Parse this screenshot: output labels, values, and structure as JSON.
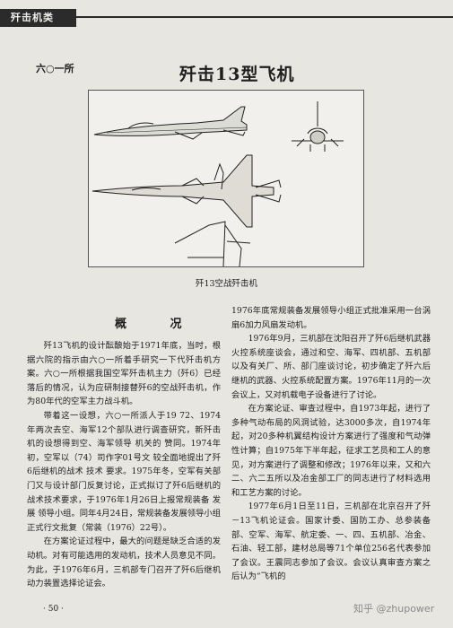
{
  "header": {
    "section_label": "歼击机类"
  },
  "article": {
    "institute": "六○一所",
    "title": "歼击13型飞机",
    "figure_caption": "歼13空战歼击机"
  },
  "section": {
    "title": "概 况"
  },
  "left_column": {
    "p1": "歼13飞机的设计酝酿始于1971年底，当时，根据六院的指示由六○一所着手研究一下代歼击机方案。六○一所根据我国空军歼击机主力（歼6）已经落后的情况，认为应研制接替歼6的空战歼击机，作为80年代的空军主力战斗机。",
    "p2": "带着这一设想，六○一所派人于19 72、1974年两次去空、海军12个部队进行调查研究，新歼击机的设想得到空、海军领导 机关的 赞同。1974年初，空军以（74）司作字01号文 较全面地提出了歼6后继机的战术 技术 要求。1975年冬，空军有关部门又与设计部门反复讨论，正式拟订了歼6后继机的战术技术要求，于1976年1月26日上报常规装备 发展 领导小组。同年4月24日，常规装备发展领导小组正式行文批复（常装（1976）22号）。",
    "p3": "在方案论证过程中，最大的问题是缺乏合适的发动机。对有可能选用的发动机，技术人员意见不同。为此，于1976年6月，三机部专门召开了歼6后继机动力装置选择论证会。"
  },
  "right_column": {
    "p1": "1976年底常规装备发展领导小组正式批准采用一台涡扇6加力风扇发动机。",
    "p2": "1976年9月，三机部在沈阳召开了歼6后继机武器火控系统座谈会，通过和空、海军、四机部、五机部以及有关厂、所、部门座谈讨论，初步确定了歼六后继机的武器、火控系统配置方案。1976年11月的一次会议上，又对机载电子设备进行了讨论。",
    "p3": "在方案论证、审查过程中，自1973年起，进行了多种气动布局的风洞试验，达3000多次，自1974年起，对20多种机翼结构设计方案进行了强度和气动弹性计算；自1975年下半年起，征求工艺员和工人的意见，对方案进行了调整和修改；1976年以来，又和六二、六二五所以及冶金部工厂的同志进行了材料选用和工艺方案的讨论。",
    "p4": "1977年6月1日至11日，三机部在北京召开了歼－13飞机论证会。国家计委、国防工办、总参装备部、空军、海军、航定委、一、四、五机部、冶金、石油、轻工部，建材总局等71个单位256名代表参加了会议。王震同志参加了会议。会议认真审查方案之后认为“飞机的"
  },
  "footer": {
    "page_number": "· 50 ·",
    "watermark": "知乎 @zhupower"
  }
}
